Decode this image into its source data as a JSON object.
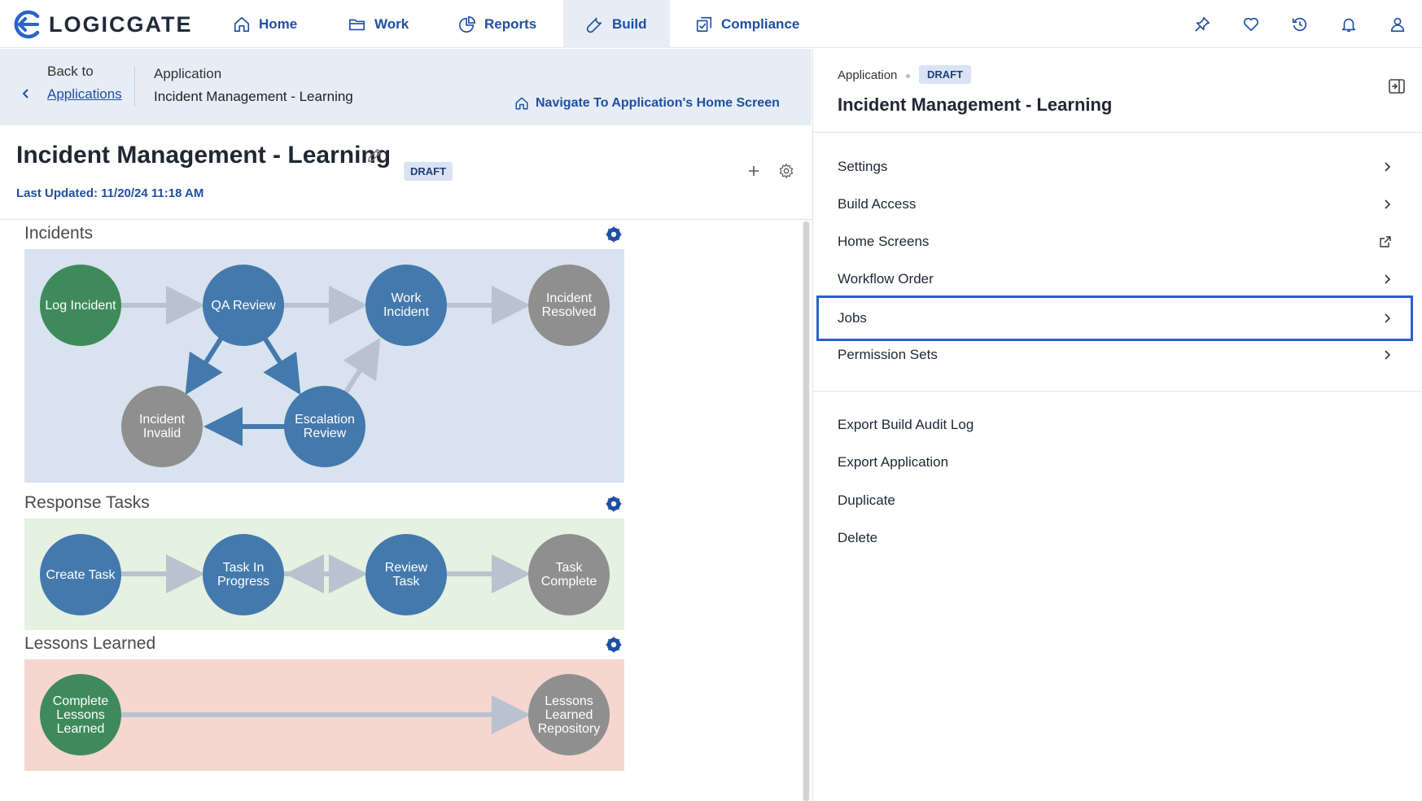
{
  "brand": {
    "name": "LOGICGATE",
    "accent": "#1f4fa3"
  },
  "nav": {
    "items": [
      {
        "label": "Home",
        "icon": "home-icon"
      },
      {
        "label": "Work",
        "icon": "folder-icon"
      },
      {
        "label": "Reports",
        "icon": "pie-chart-icon"
      },
      {
        "label": "Build",
        "icon": "wrench-icon",
        "active": true
      },
      {
        "label": "Compliance",
        "icon": "compliance-icon"
      }
    ],
    "right_icons": [
      "pin-icon",
      "heart-icon",
      "history-icon",
      "bell-icon",
      "user-icon"
    ]
  },
  "breadcrumb": {
    "back_label": "Back to",
    "back_link": "Applications",
    "app_label": "Application",
    "app_name": "Incident Management - Learning",
    "nav_home": "Navigate To Application's Home Screen"
  },
  "app": {
    "title": "Incident Management - Learning",
    "status": "DRAFT",
    "last_updated": "Last Updated: 11/20/24 11:18 AM"
  },
  "workflows": {
    "incidents": {
      "title": "Incidents",
      "bg": "#d8e3ef",
      "steps": {
        "log": "Log Incident",
        "qa": "QA Review",
        "work": "Work Incident",
        "resolved": "Incident Resolved",
        "invalid": "Incident Invalid",
        "escalation": "Escalation Review"
      }
    },
    "response": {
      "title": "Response Tasks",
      "bg": "#e5f1e1",
      "steps": {
        "create": "Create Task",
        "progress": "Task In Progress",
        "review": "Review Task",
        "complete": "Task Complete"
      }
    },
    "lessons": {
      "title": "Lessons Learned",
      "bg": "#f5d6d1",
      "steps": {
        "complete": "Complete Lessons Learned",
        "repository": "Lessons Learned Repository"
      }
    }
  },
  "panel": {
    "app_label": "Application",
    "status": "DRAFT",
    "name": "Incident Management - Learning",
    "menu": [
      {
        "label": "Settings",
        "icon": "chevron-right-icon"
      },
      {
        "label": "Build Access",
        "icon": "chevron-right-icon"
      },
      {
        "label": "Home Screens",
        "icon": "external-link-icon"
      },
      {
        "label": "Workflow Order",
        "icon": "chevron-right-icon"
      },
      {
        "label": "Jobs",
        "icon": "chevron-right-icon",
        "highlighted": true
      },
      {
        "label": "Permission Sets",
        "icon": "chevron-right-icon"
      }
    ],
    "actions": [
      "Export Build Audit Log",
      "Export Application",
      "Duplicate",
      "Delete"
    ]
  }
}
